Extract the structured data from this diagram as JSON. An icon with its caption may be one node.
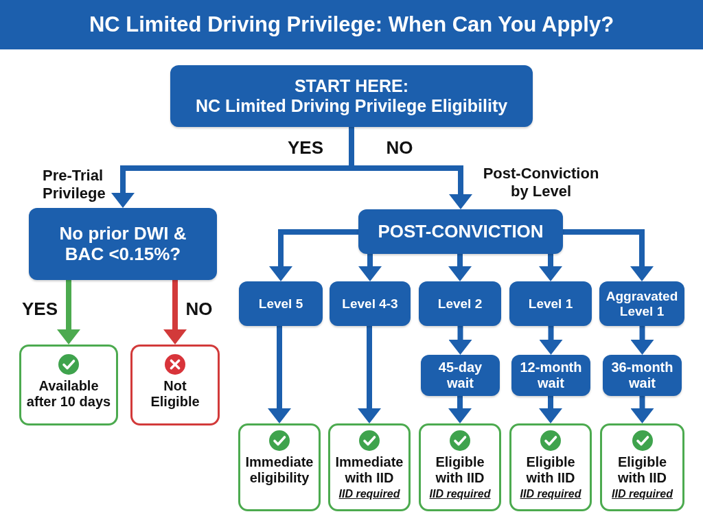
{
  "diagram": {
    "title": "NC Limited Driving Privilege: When Can You Apply?",
    "nodes": [
      {
        "text": [
          "START HERE:",
          "NC Limited Driving Privilege Eligibility"
        ]
      },
      {
        "text": [
          "No prior DWI & BAC <0.15%?"
        ],
        "beside": [
          "Pre-Trial Privilege"
        ]
      },
      {
        "text": [
          "POST-CONVICTION"
        ],
        "beside": [
          "Post-Conviction by Level"
        ]
      },
      {
        "text": [
          "Level 5"
        ]
      },
      {
        "text": [
          "Level 4-3"
        ]
      },
      {
        "text": [
          "Level 2"
        ]
      },
      {
        "text": [
          "Level 1"
        ]
      },
      {
        "text": [
          "Aggravated Level 1"
        ]
      },
      {
        "text": [
          "Available after 10 days"
        ]
      },
      {
        "text": [
          "Not Eligible"
        ]
      },
      {
        "text": [
          "45-day wait"
        ]
      },
      {
        "text": [
          "12-month wait"
        ]
      },
      {
        "text": [
          "36-month wait"
        ]
      },
      {
        "text": [
          "Immediate eligibility"
        ]
      },
      {
        "text": [
          "Immediate with IID",
          "IID required"
        ]
      },
      {
        "text": [
          "Eligible with IID",
          "IID required"
        ]
      },
      {
        "text": [
          "Eligible with IID",
          "IID required"
        ]
      },
      {
        "text": [
          "Eligible with IID",
          "IID required"
        ]
      }
    ],
    "edges": [
      {
        "from": 0,
        "to": 1,
        "arrow": "to",
        "label": "YES"
      },
      {
        "from": 0,
        "to": 2,
        "arrow": "to",
        "label": "NO"
      },
      {
        "from": 1,
        "to": 8,
        "arrow": "to",
        "label": "YES",
        "color": "#4caa4f"
      },
      {
        "from": 1,
        "to": 9,
        "arrow": "to",
        "label": "NO",
        "color": "#d23a3a"
      },
      {
        "from": 2,
        "to": 3,
        "arrow": "to"
      },
      {
        "from": 2,
        "to": 4,
        "arrow": "to"
      },
      {
        "from": 2,
        "to": 5,
        "arrow": "to"
      },
      {
        "from": 2,
        "to": 6,
        "arrow": "to"
      },
      {
        "from": 2,
        "to": 7,
        "arrow": "to"
      },
      {
        "from": 3,
        "to": 13,
        "arrow": "to"
      },
      {
        "from": 4,
        "to": 14,
        "arrow": "to"
      },
      {
        "from": 5,
        "to": 10,
        "arrow": "to"
      },
      {
        "from": 6,
        "to": 11,
        "arrow": "to"
      },
      {
        "from": 7,
        "to": 12,
        "arrow": "to"
      },
      {
        "from": 10,
        "to": 15,
        "arrow": "to"
      },
      {
        "from": 11,
        "to": 16,
        "arrow": "to"
      },
      {
        "from": 12,
        "to": 17,
        "arrow": "to"
      }
    ]
  }
}
